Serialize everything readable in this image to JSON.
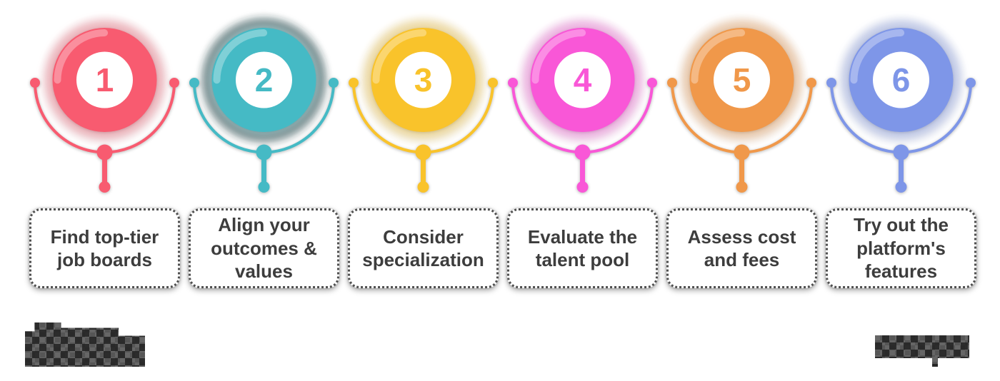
{
  "steps": [
    {
      "number": "1",
      "label": "Find top-tier job boards",
      "color": "#F85B70",
      "highlighted": false
    },
    {
      "number": "2",
      "label": "Align your outcomes & values",
      "color": "#45BAC5",
      "highlighted": true
    },
    {
      "number": "3",
      "label": "Consider specialization",
      "color": "#F9C32B",
      "highlighted": false
    },
    {
      "number": "4",
      "label": "Evaluate the talent pool",
      "color": "#F957D7",
      "highlighted": false
    },
    {
      "number": "5",
      "label": "Assess cost and fees",
      "color": "#F0984A",
      "highlighted": false
    },
    {
      "number": "6",
      "label": "Try out the platform's features",
      "color": "#7E96E8",
      "highlighted": false
    }
  ],
  "icons": {
    "left_footer": "pixelated-wordmark-logo",
    "right_footer": "pixelated-wordmark-logo"
  },
  "colors": {
    "background": "#ffffff",
    "box_text": "#3d3d3d",
    "box_border": "#4f4f4f",
    "logo_mosaic_dark": "#474747",
    "logo_mosaic_light": "#5c5c5c"
  }
}
